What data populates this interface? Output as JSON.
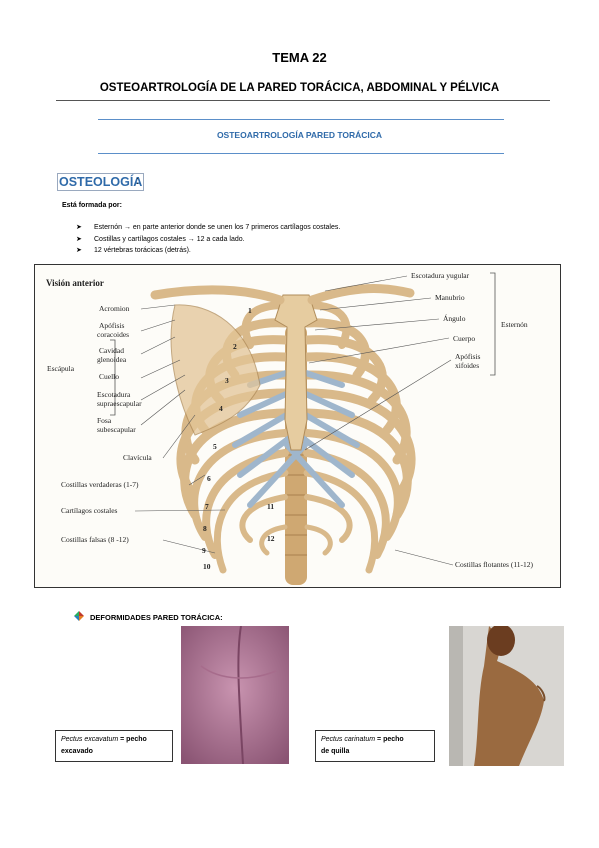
{
  "header": {
    "title": "TEMA 22",
    "subtitle": "OSTEOARTROLOGÍA DE LA PARED TORÁCICA, ABDOMINAL Y PÉLVICA"
  },
  "section": {
    "title": "OSTEOARTROLOGÍA PARED TORÁCICA"
  },
  "osteology": {
    "heading": "OSTEOLOGÍA",
    "colon": ":",
    "intro": "Está formada por:",
    "bullets": [
      "Esternón → en parte anterior donde se unen los 7 primeros cartílagos costales.",
      "Costillas y cartílagos costales → 12 a cada lado.",
      "12 vértebras torácicas (detrás)."
    ]
  },
  "figure": {
    "view_title": "Visión anterior",
    "labels_left": {
      "acromion": "Acromion",
      "apofisis_coracoides_1": "Apófisis",
      "apofisis_coracoides_2": "coracoides",
      "cavidad_glenoidea_1": "Cavidad",
      "cavidad_glenoidea_2": "glenoidea",
      "cuello": "Cuello",
      "escapula": "Escápula",
      "escotadura_1": "Escotadura",
      "escotadura_2": "supraescapular",
      "fosa_1": "Fosa",
      "fosa_2": "subescapular",
      "clavicula": "Clavícula",
      "costillas_verdaderas": "Costillas verdaderas (1-7)",
      "cartilagos": "Cartílagos costales",
      "costillas_falsas": "Costillas falsas (8 -12)"
    },
    "labels_right": {
      "escotadura_yugular": "Escotadura yugular",
      "manubrio": "Manubrio",
      "angulo": "Ángulo",
      "cuerpo": "Cuerpo",
      "xifoides_1": "Apófisis",
      "xifoides_2": "xifoides",
      "esternon": "Esternón",
      "costillas_flotantes": "Costillas flotantes (11-12)"
    },
    "rib_numbers": [
      "1",
      "2",
      "3",
      "4",
      "5",
      "6",
      "7",
      "8",
      "9",
      "10",
      "11",
      "12"
    ]
  },
  "deformities": {
    "heading": "DEFORMIDADES PARED TORÁCICA:",
    "excavatum": {
      "term": "Pectus excavatum",
      "rest": " = pecho",
      "line2": "excavado"
    },
    "carinatum": {
      "term": "Pectus carinatum",
      "rest": " = pecho",
      "line2": "de quilla"
    }
  },
  "colors": {
    "section_blue": "#2f6aa9",
    "bone": "#d9b98a",
    "cartilage": "#9fb6cc"
  },
  "icons": {
    "bullet": "arrowhead-bullet-icon",
    "deformity_bullet": "four-color-diamond-icon"
  }
}
